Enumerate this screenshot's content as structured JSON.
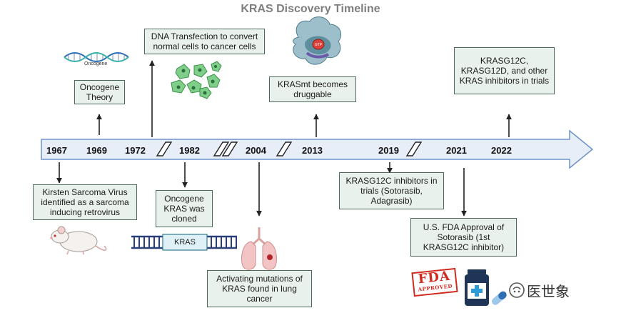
{
  "title": "KRAS Discovery Timeline",
  "years": [
    "1967",
    "1969",
    "1972",
    "1982",
    "2004",
    "2013",
    "2019",
    "2021",
    "2022"
  ],
  "events": {
    "y1967": "Kirsten Sarcoma Virus identified as a sarcoma inducing retrovirus",
    "y1969": "Oncogene Theory",
    "y1972": "DNA Transfection to convert normal cells to cancer cells",
    "y1982": "Oncogene KRAS was cloned",
    "y2004": "Activating mutations of KRAS found in lung cancer",
    "y2013": "KRASmt becomes druggable",
    "y2019": "KRASG12C inhibitors in trials (Sotorasib, Adagrasib)",
    "y2021": "U.S. FDA Approval of Sotorasib (1st KRASG12C inhibitor)",
    "y2022": "KRASG12C, KRASG12D, and other KRAS inhibitors in trials"
  },
  "icons": {
    "oncogene_label": "Oncogene",
    "dna_gene_label": "KRAS",
    "protein_label": "GTP",
    "fda_stamp_top": "FDA",
    "fda_stamp_bottom": "APPROVED"
  },
  "watermark": "医世象",
  "colors": {
    "arrow_fill": "#e7eef8",
    "arrow_stroke": "#6f93c8",
    "box_fill": "#e9f1ec",
    "box_border": "#4f6a5c",
    "title": "#7f7f7f"
  }
}
